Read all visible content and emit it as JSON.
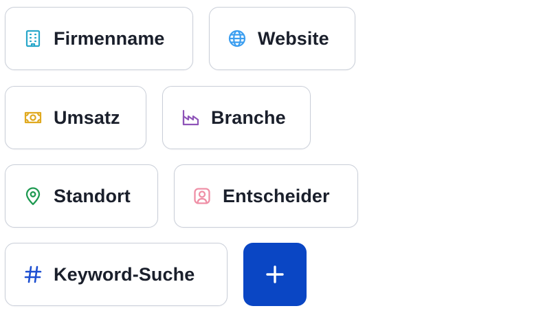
{
  "chips": [
    {
      "label": "Firmenname",
      "icon": "building-icon",
      "color": "#27a6c9"
    },
    {
      "label": "Website",
      "icon": "globe-icon",
      "color": "#3b9ef0"
    },
    {
      "label": "Umsatz",
      "icon": "money-icon",
      "color": "#e0a91f"
    },
    {
      "label": "Branche",
      "icon": "factory-icon",
      "color": "#8e54b8"
    },
    {
      "label": "Standort",
      "icon": "map-pin-icon",
      "color": "#1f9a52"
    },
    {
      "label": "Entscheider",
      "icon": "user-portrait-icon",
      "color": "#ef8fa6"
    },
    {
      "label": "Keyword-Suche",
      "icon": "hashtag-icon",
      "color": "#1d4fd1"
    }
  ],
  "add_button": {
    "icon": "plus-icon",
    "color": "#0a46c4"
  }
}
